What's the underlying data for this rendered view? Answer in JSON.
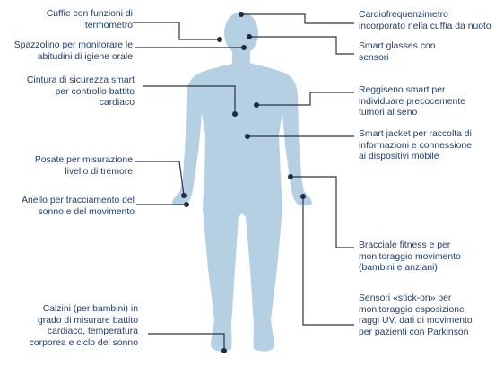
{
  "figure": {
    "title": "",
    "colors": {
      "body": "#b5cfe3",
      "text": "#1f3f6a",
      "leader": "#2b3346",
      "dot": "#1d2a3f"
    }
  },
  "labels": [
    {
      "id": "cuffie",
      "lines": [
        "Cuffie con funzioni di",
        "termometro"
      ]
    },
    {
      "id": "spazzolino",
      "lines": [
        "Spazzolino per monitorare le",
        "abitudini di igiene orale"
      ]
    },
    {
      "id": "cintura",
      "lines": [
        "Cintura di sicurezza smart",
        "per controllo battito",
        "cardiaco"
      ]
    },
    {
      "id": "posate",
      "lines": [
        "Posate per misurazione",
        "livello di tremore"
      ]
    },
    {
      "id": "anello",
      "lines": [
        "Anello per tracciamento del",
        "sonno e del movimento"
      ]
    },
    {
      "id": "calzini",
      "lines": [
        "Calzini (per bambini) in",
        "grado di misurare battito",
        "cardiaco, temperatura",
        "corporea e ciclo del sonno"
      ]
    },
    {
      "id": "cardiofrequenzimetro",
      "lines": [
        "Cardiofrequenzimetro",
        "incorporato nella cuffia da nuoto"
      ]
    },
    {
      "id": "smart-glasses",
      "lines": [
        "Smart glasses con",
        "sensori"
      ]
    },
    {
      "id": "reggiseno",
      "lines": [
        "Reggiseno smart per",
        "individuare precocemente",
        "tumori al seno"
      ]
    },
    {
      "id": "smart-jacket",
      "lines": [
        "Smart jacket per raccolta di",
        "informazioni e connessione",
        "ai dispositivi mobile"
      ]
    },
    {
      "id": "bracciale",
      "lines": [
        "Bracciale fitness e per",
        "monitoraggio movimento",
        "(bambini e anziani)"
      ]
    },
    {
      "id": "sensori",
      "lines": [
        "Sensori «stick-on» per",
        "monitoraggio esposizione",
        "raggi UV, dati di movimento",
        "per pazienti con Parkinson"
      ]
    }
  ]
}
